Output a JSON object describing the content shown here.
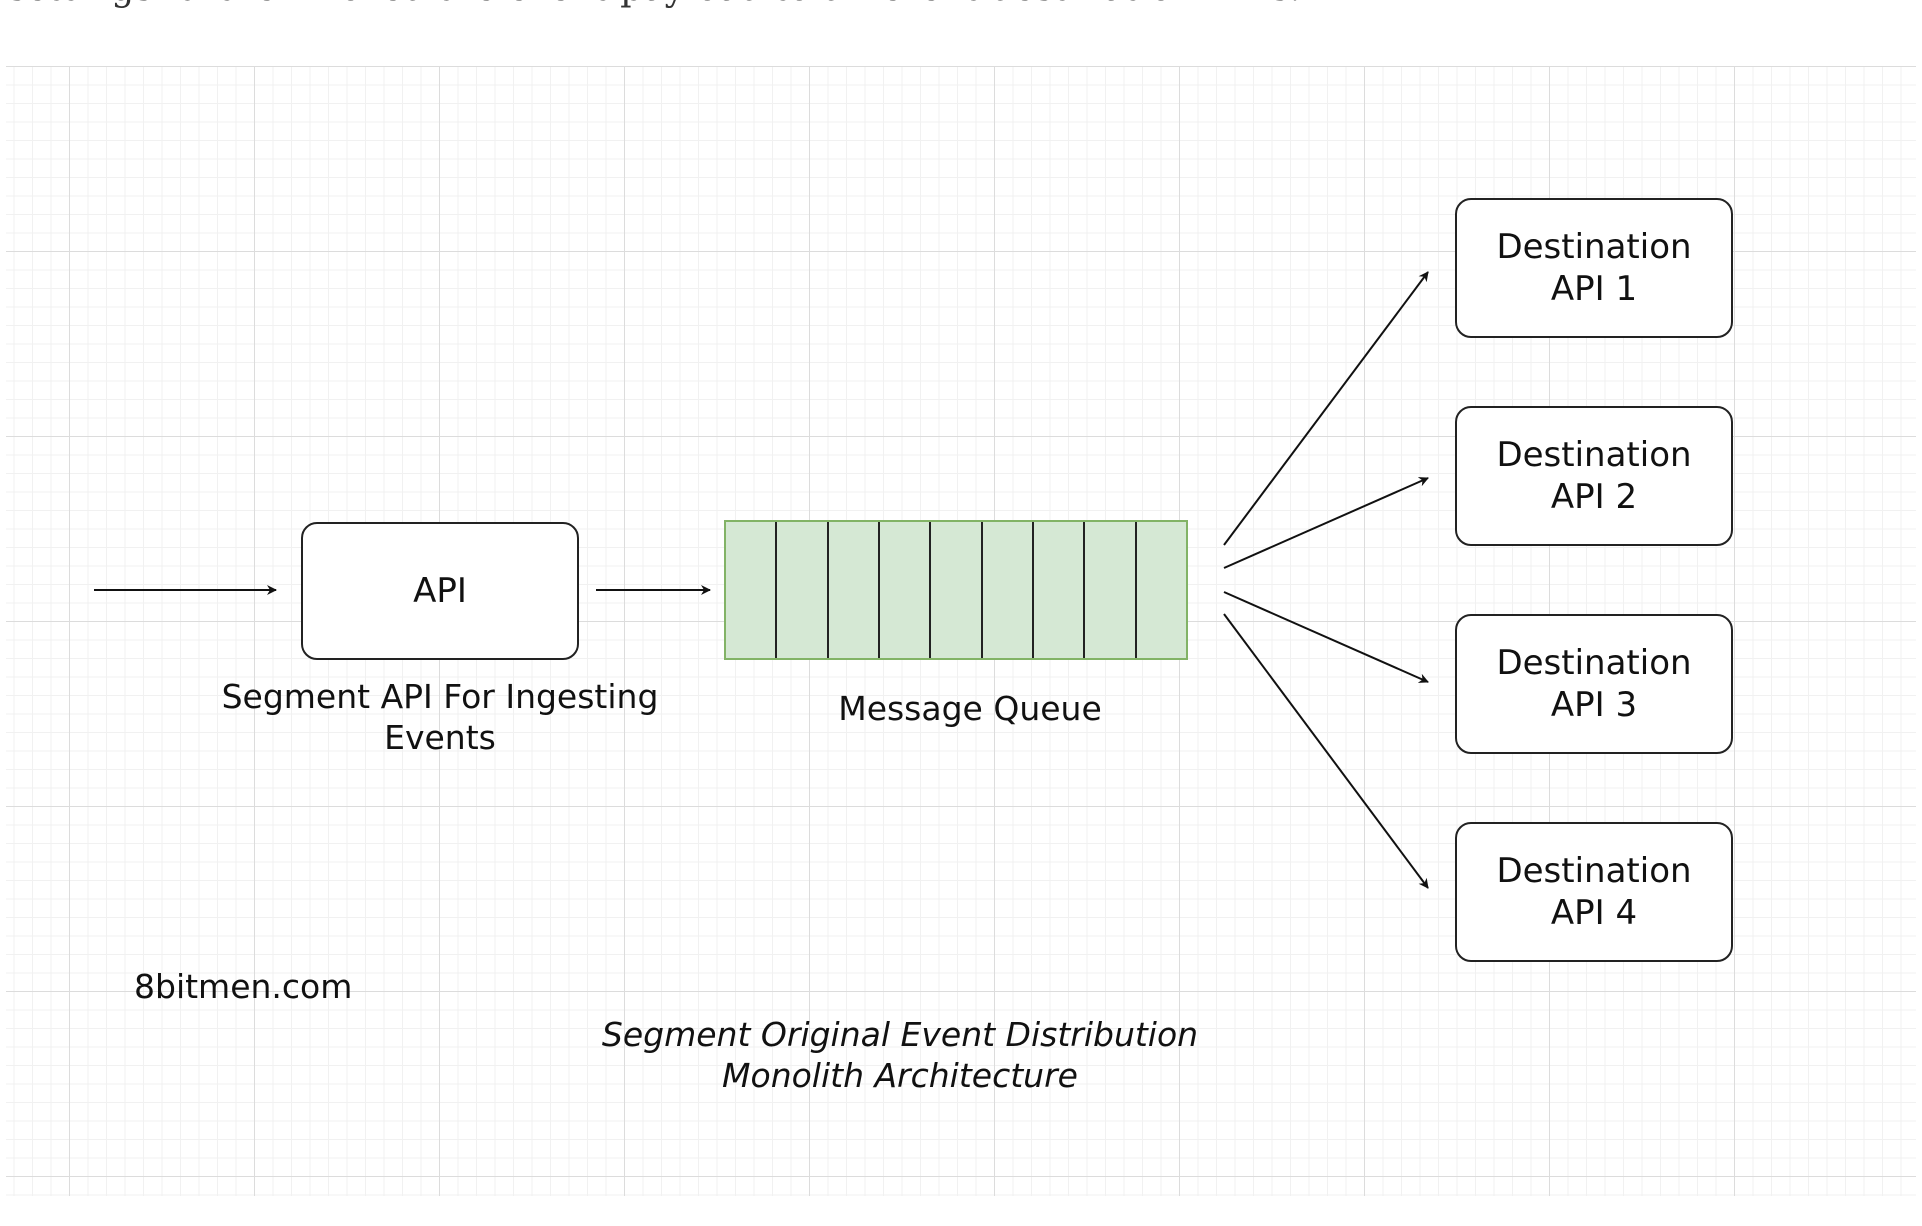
{
  "intro": {
    "text": "settings further moved the event payload to different destination APIs."
  },
  "diagram": {
    "api_node": {
      "label": "API"
    },
    "api_caption": "Segment API For Ingesting\nEvents",
    "queue": {
      "cell_count": 9,
      "fill_color": "#d5e8d4",
      "border_color": "#82b366"
    },
    "queue_caption": "Message Queue",
    "destinations": [
      {
        "label": "Destination\nAPI 1"
      },
      {
        "label": "Destination\nAPI 2"
      },
      {
        "label": "Destination\nAPI 3"
      },
      {
        "label": "Destination\nAPI 4"
      }
    ],
    "watermark": "8bitmen.com",
    "title": "Segment Original Event Distribution\nMonolith Architecture"
  }
}
